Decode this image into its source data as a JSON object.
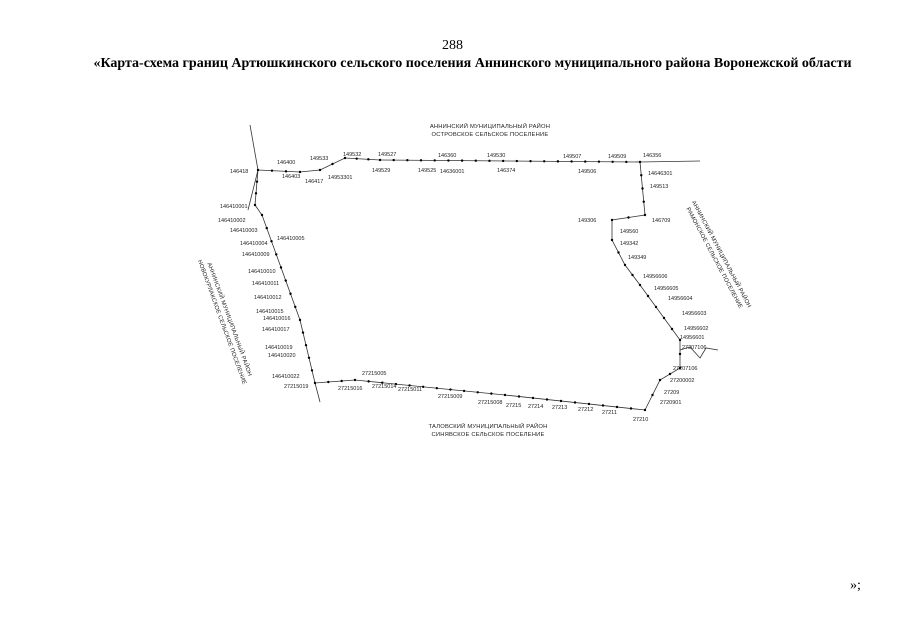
{
  "page_number": "288",
  "title": "«Карта-схема границ Артюшкинского сельского поселения Аннинского муниципального района Воронежской области",
  "closing": "»;",
  "regions": {
    "north": [
      "АННИНСКИЙ МУНИЦИПАЛЬНЫЙ РАЙОН",
      "ОСТРОВСКОЕ СЕЛЬСКОЕ ПОСЕЛЕНИЕ"
    ],
    "east": [
      "АННИНСКИЙ МУНИЦИПАЛЬНЫЙ РАЙОН",
      "РАМОНСКОЕ СЕЛЬСКОЕ ПОСЕЛЕНИЕ"
    ],
    "south": [
      "ТАЛОВСКИЙ МУНИЦИПАЛЬНЫЙ РАЙОН",
      "СИНЯВСКОЕ СЕЛЬСКОЕ ПОСЕЛЕНИЕ"
    ],
    "west": [
      "АННИНСКИЙ МУНИЦИПАЛЬНЫЙ РАЙОН",
      "НОВОКУРЛАКСКОЕ СЕЛЬСКОЕ ПОСЕЛЕНИЕ"
    ]
  },
  "point_labels": [
    "146418",
    "146400",
    "146403",
    "146417",
    "149533",
    "14953301",
    "149532",
    "149529",
    "149527",
    "149525",
    "146360",
    "14636001",
    "149530",
    "146374",
    "149507",
    "149506",
    "149509",
    "146356",
    "14646301",
    "149513",
    "146709",
    "149306",
    "149560",
    "149342",
    "149349",
    "14956606",
    "14956605",
    "14956604",
    "14956603",
    "14956602",
    "14956601",
    "27207106",
    "27207106",
    "27200002",
    "27209",
    "2720901",
    "27210",
    "27211",
    "27212",
    "27213",
    "27214",
    "27215",
    "27215008",
    "27215009",
    "27215011",
    "27215014",
    "27215005",
    "27215016",
    "27215019",
    "146410022",
    "146410020",
    "146410019",
    "146410017",
    "146410016",
    "146410015",
    "146410012",
    "146410011",
    "146410010",
    "146410009",
    "146410004",
    "146410005",
    "146410003",
    "146410002",
    "146410001"
  ]
}
